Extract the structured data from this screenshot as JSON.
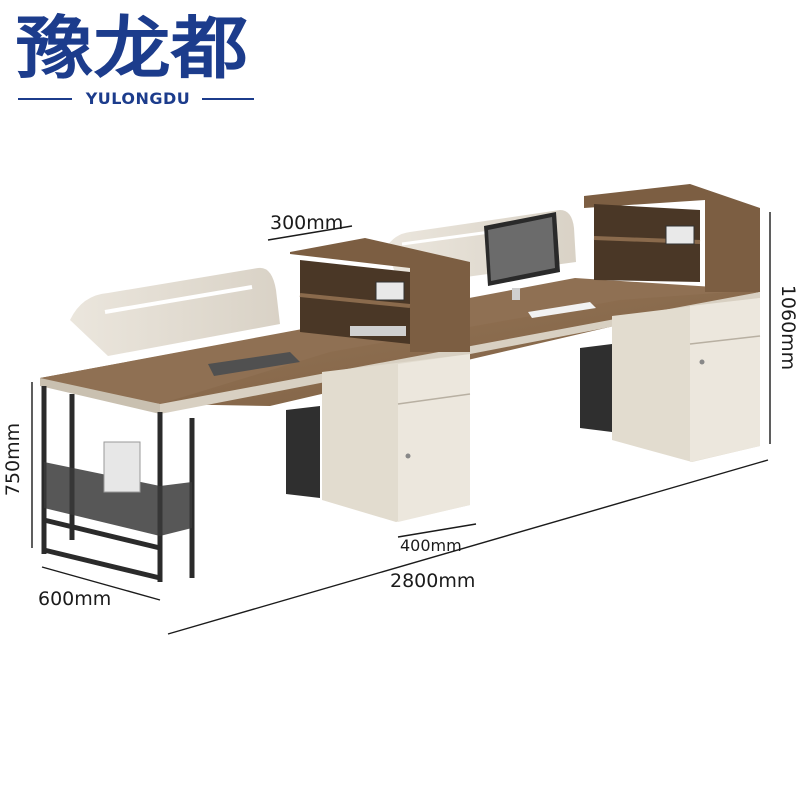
{
  "brand": {
    "name_cn": "豫龙都",
    "name_en": "YULONGDU",
    "color": "#1c3c8c"
  },
  "dimensions": {
    "riser_depth": "300mm",
    "desk_height": "750mm",
    "total_height": "1060mm",
    "pedestal_width": "400mm",
    "desk_depth": "600mm",
    "total_length": "2800mm"
  },
  "colors": {
    "wood": "#8a6a4c",
    "wood_dark": "#6e5238",
    "panel": "#e6e0d6",
    "frame": "#2b2b2b"
  }
}
